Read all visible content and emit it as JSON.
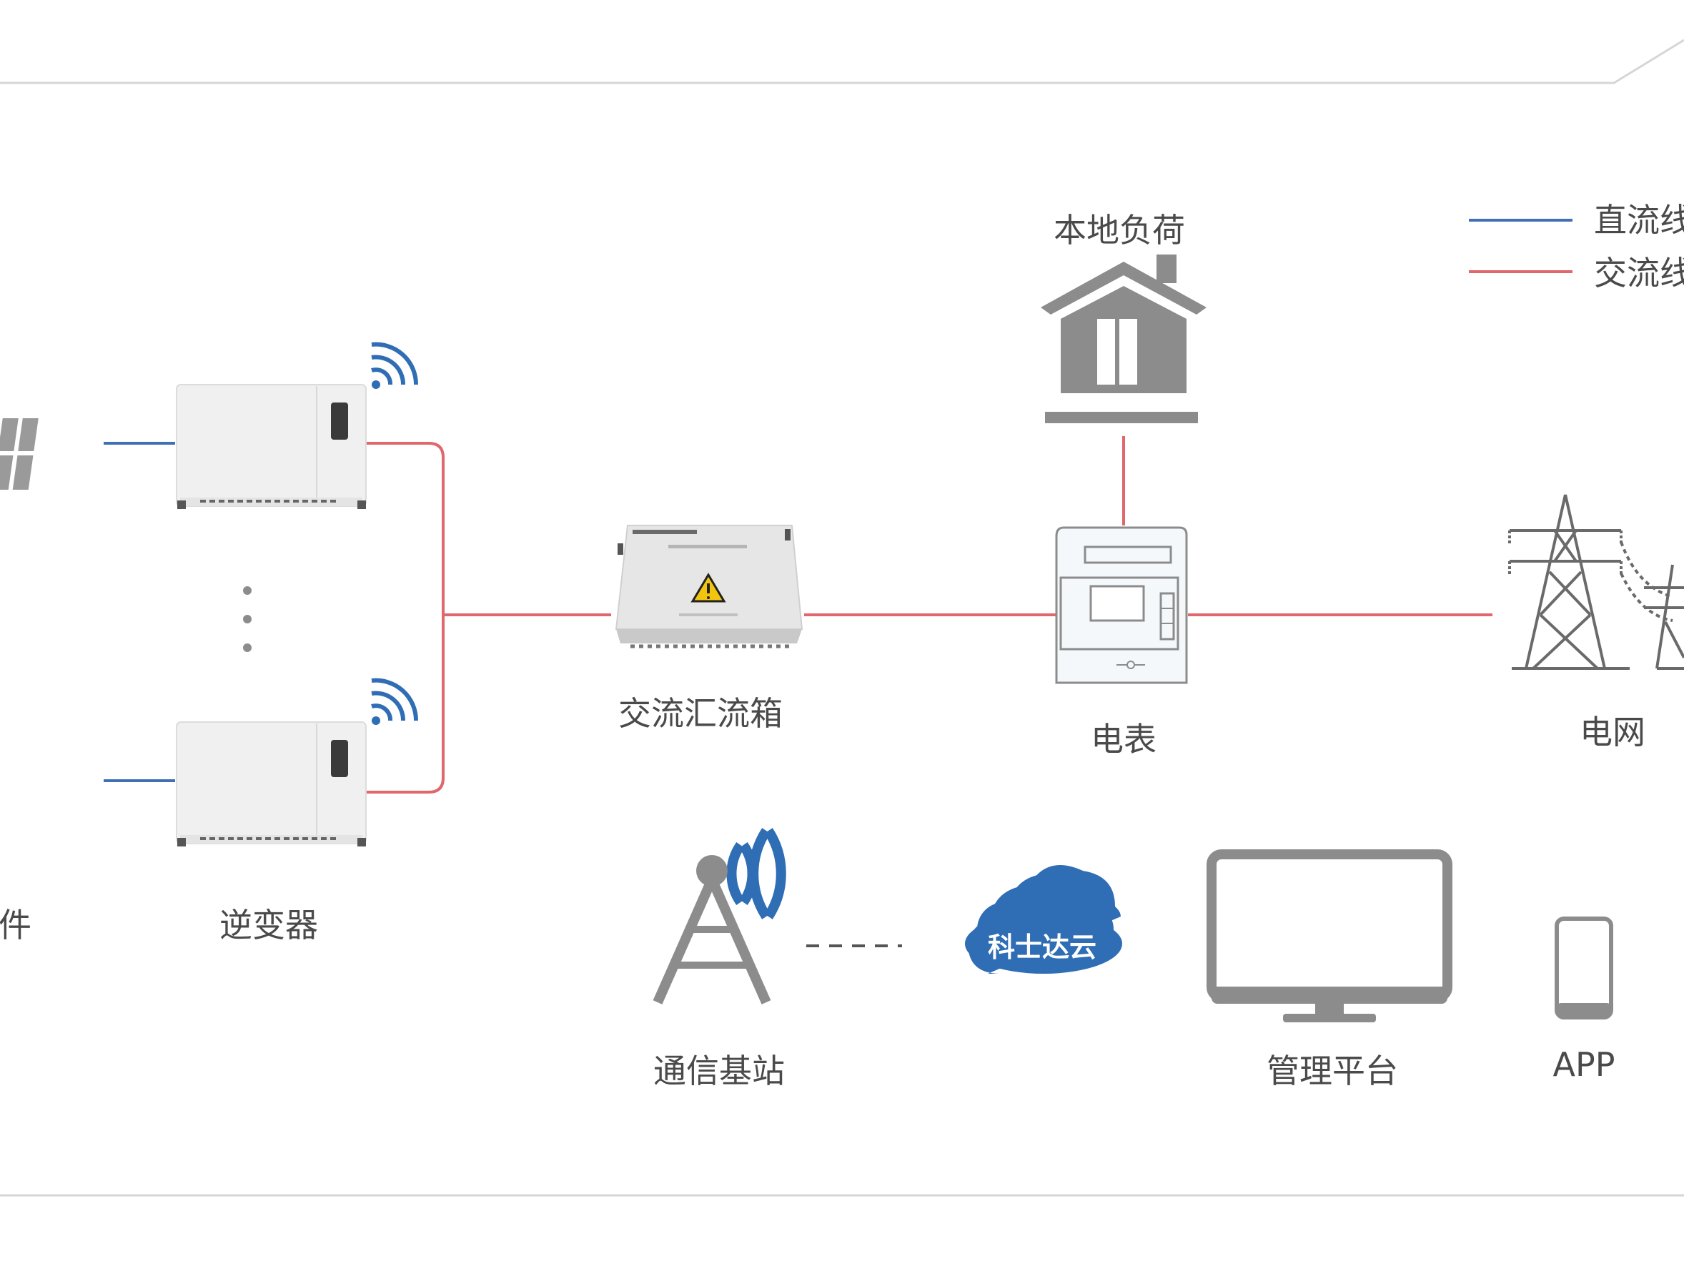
{
  "legend": {
    "dc_label": "直流线",
    "ac_label": "交流线",
    "dc_color": "#3f6fb5",
    "ac_color": "#e0676b"
  },
  "nodes": {
    "pv_module": "组件",
    "inverter": "逆变器",
    "ac_combiner": "交流汇流箱",
    "local_load": "本地负荷",
    "meter": "电表",
    "grid": "电网",
    "base_station": "通信基站",
    "cloud": "科士达云",
    "platform": "管理平台",
    "app": "APP"
  },
  "colors": {
    "device_gray": "#8c8c8c",
    "signal_blue": "#2f6db5",
    "cloud_blue": "#2f6db5",
    "frame_line": "#d6d6d6"
  }
}
